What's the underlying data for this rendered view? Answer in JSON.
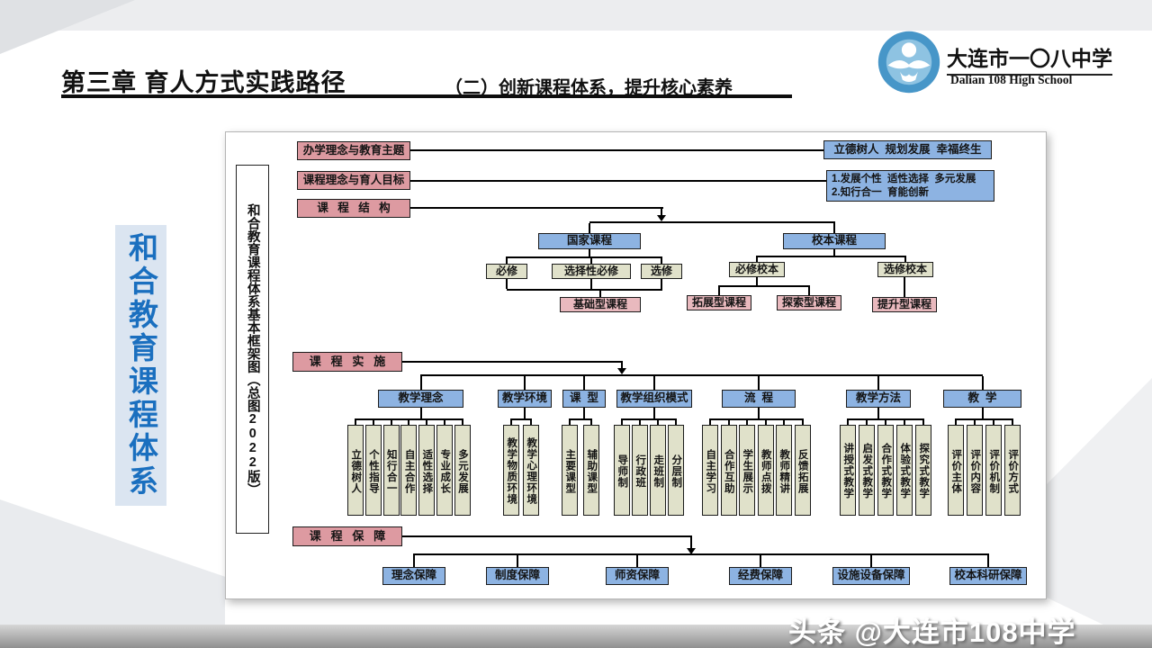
{
  "header": {
    "chapter": "第三章  育人方式实践路径",
    "subtitle": "（二）创新课程体系，提升核心素养"
  },
  "school": {
    "name_cn": "大连市一〇八中学",
    "name_en": "Dalian 108 High School"
  },
  "banner": {
    "text": "和合教育课程体系"
  },
  "watermark": {
    "text": "头条 @大连市108中学"
  },
  "diagram": {
    "frame_label": "和合教育课程体系基本框架图（总图2022版）",
    "rows": [
      {
        "label": "办学理念与教育主题",
        "value": "立德树人  规划发展  幸福终生"
      },
      {
        "label": "课程理念与育人目标",
        "values": [
          "1.发展个性  适性选择  多元发展",
          "2.知行合一  育能创新"
        ]
      }
    ],
    "structure": {
      "label": "课   程   结   构",
      "national": {
        "label": "国家课程",
        "children": [
          "必修",
          "选择性必修",
          "选修"
        ],
        "merged": "基础型课程"
      },
      "school_based": {
        "label": "校本课程",
        "groups": [
          {
            "label": "必修校本",
            "children": [
              "拓展型课程",
              "探索型课程"
            ]
          },
          {
            "label": "选修校本",
            "children": [
              "提升型课程"
            ]
          }
        ]
      }
    },
    "implementation": {
      "label": "课   程   实   施",
      "categories": [
        {
          "label": "教学理念",
          "items": [
            "立德树人",
            "个性指导",
            "知行合一",
            "自主合作",
            "适性选择",
            "专业成长",
            "多元发展"
          ]
        },
        {
          "label": "教学环境",
          "items": [
            "教学物质环境",
            "教学心理环境"
          ]
        },
        {
          "label": "课  型",
          "items": [
            "主要课型",
            "辅助课型"
          ]
        },
        {
          "label": "教学组织模式",
          "items": [
            "导师制",
            "行政班",
            "走班制",
            "分层制"
          ]
        },
        {
          "label": "流  程",
          "items": [
            "自主学习",
            "合作互助",
            "学生展示",
            "教师点拨",
            "教师精讲",
            "反馈拓展"
          ]
        },
        {
          "label": "教学方法",
          "items": [
            "讲授式教学",
            "启发式教学",
            "合作式教学",
            "体验式教学",
            "探究式教学"
          ]
        },
        {
          "label": "教  学",
          "items": [
            "评价主体",
            "评价内容",
            "评价机制",
            "评价方式"
          ]
        }
      ]
    },
    "guarantee": {
      "label": "课   程   保   障",
      "items": [
        "理念保障",
        "制度保障",
        "师资保障",
        "经费保障",
        "设施设备保障",
        "校本科研保障"
      ]
    },
    "colors": {
      "pink": "#dd9aa1",
      "blue": "#8db3e2",
      "pale": "#e0e1ca",
      "rose": "#e9b9be"
    }
  }
}
